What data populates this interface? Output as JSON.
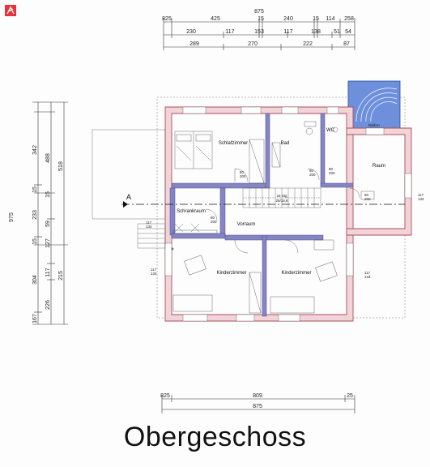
{
  "title": "Obergeschoss",
  "top_dims": {
    "overall": "875",
    "row1": [
      "825",
      "425",
      "15",
      "240",
      "15",
      "114",
      "258"
    ],
    "row2": [
      "230",
      "117",
      "153",
      "117",
      "138",
      "51",
      "54"
    ],
    "row3": [
      "289",
      "270",
      "222",
      "87"
    ]
  },
  "left_dims": {
    "overall": "975",
    "col_a": [
      "167",
      "304",
      "15",
      "233",
      "15",
      "342"
    ],
    "col_b": [
      "226",
      "117",
      "127",
      "59",
      "15",
      "488"
    ],
    "col_c": [
      "215",
      "518"
    ]
  },
  "bottom_dims": {
    "left": "825",
    "mid": "809",
    "right": "25",
    "overall": "875"
  },
  "section_marker": "A",
  "rooms": {
    "schlafzimmer": "Schlafzimmer",
    "bad": "Bad",
    "wc": "WC",
    "raum": "Raum",
    "stiege": "16 Stg",
    "stiege_sub": "29/15,6",
    "schrankraum": "Schrankraum",
    "vorraum": "Vorraum",
    "kinderzimmer_1": "Kinderzimmer",
    "kinderzimmer_2": "Kinderzimmer",
    "balkon": "Balkon"
  },
  "openings": {
    "o1": "117\n134",
    "o2": "117\n134",
    "o3": "117\n134",
    "d1": "80\n200",
    "d2": "80\n200",
    "d3": "80\n200",
    "d4": "80\n200",
    "d5": "80\n200"
  },
  "right_label": "117\n134",
  "colors": {
    "wall_fill": "#f1d4d7",
    "wall_line": "#b04c5c",
    "partition": "#8585c4",
    "balcony": "#5b7fd0"
  },
  "icons": [
    "logo-icon"
  ]
}
